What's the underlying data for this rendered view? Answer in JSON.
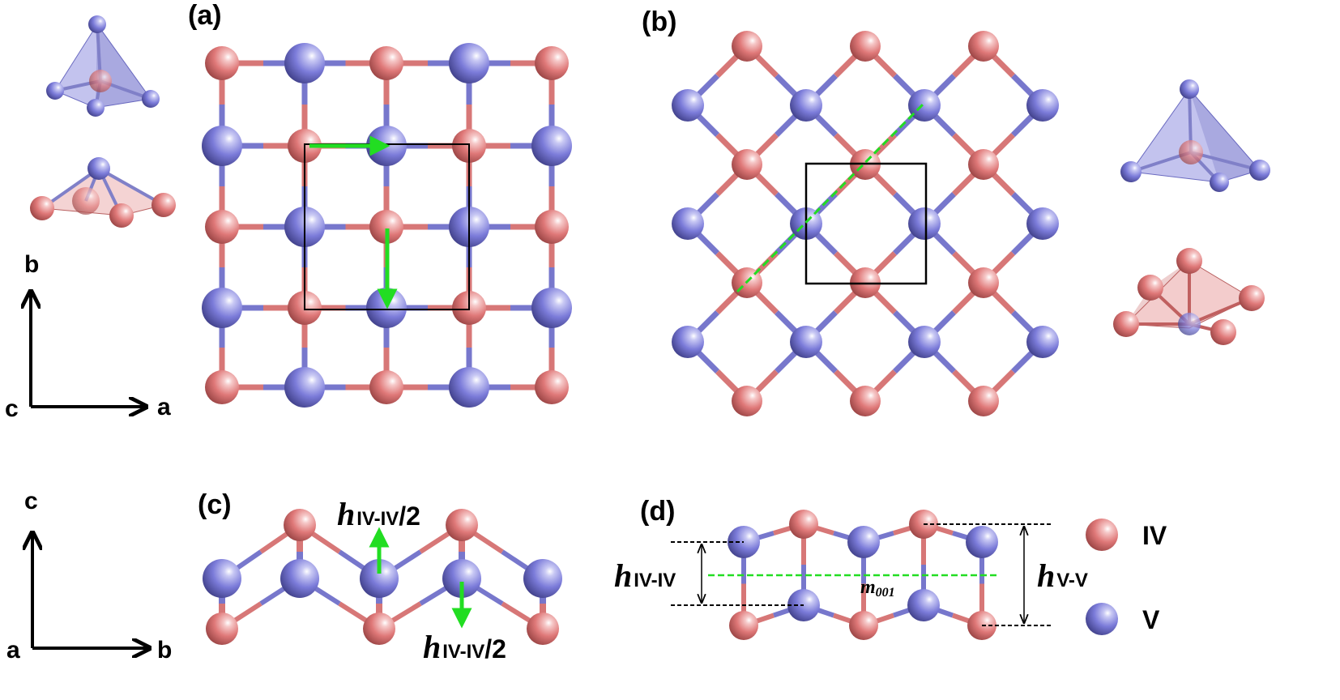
{
  "panels": {
    "a": "(a)",
    "b": "(b)",
    "c": "(c)",
    "d": "(d)"
  },
  "axes": {
    "top": {
      "origin": "c",
      "x": "a",
      "y": "b"
    },
    "bottom": {
      "origin": "a",
      "x": "b",
      "y": "c"
    }
  },
  "annotations": {
    "h_iv_iv_up": {
      "h": "h",
      "sub": "IV-IV",
      "tail": "/2"
    },
    "h_iv_iv_down": {
      "h": "h",
      "sub": "IV-IV",
      "tail": "/2"
    },
    "h_iv_iv": {
      "h": "h",
      "sub": "IV-IV"
    },
    "h_v_v": {
      "h": "h",
      "sub": "V-V"
    },
    "mirror": {
      "m": "m",
      "sub": "001"
    }
  },
  "legend": {
    "iv": "IV",
    "v": "V"
  },
  "colors": {
    "atom_iv": "#e08080",
    "atom_v": "#7b7bd9",
    "arrow": "#22dd22",
    "mirror_line": "#22dd22"
  }
}
